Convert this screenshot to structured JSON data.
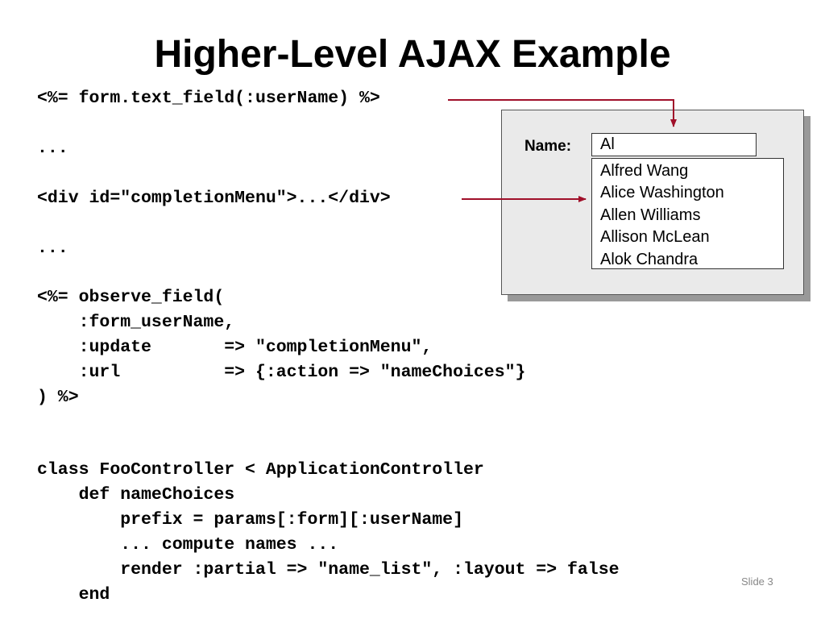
{
  "slide": {
    "title": "Higher-Level AJAX Example",
    "slide_number": "Slide 3"
  },
  "code": {
    "line1": "<%= form.text_field(:userName) %>",
    "line2": "...",
    "line3": "<div id=\"completionMenu\">...</div>",
    "line4": "...",
    "line5": "<%= observe_field(",
    "line6": "    :form_userName,",
    "line7": "    :update       => \"completionMenu\",",
    "line8": "    :url          => {:action => \"nameChoices\"}",
    "line9": ") %>",
    "line10": "class FooController < ApplicationController",
    "line11": "    def nameChoices",
    "line12": "        prefix = params[:form][:userName]",
    "line13": "        ... compute names ...",
    "line14": "        render :partial => \"name_list\", :layout => false",
    "line15": "    end"
  },
  "demo": {
    "name_label": "Name:",
    "input_value": "Al",
    "menu_items": [
      "Alfred Wang",
      "Alice Washington",
      "Allen Williams",
      "Allison McLean",
      "Alok Chandra"
    ]
  },
  "colors": {
    "arrow": "#a0102a",
    "panel_bg": "#eaeaea"
  }
}
